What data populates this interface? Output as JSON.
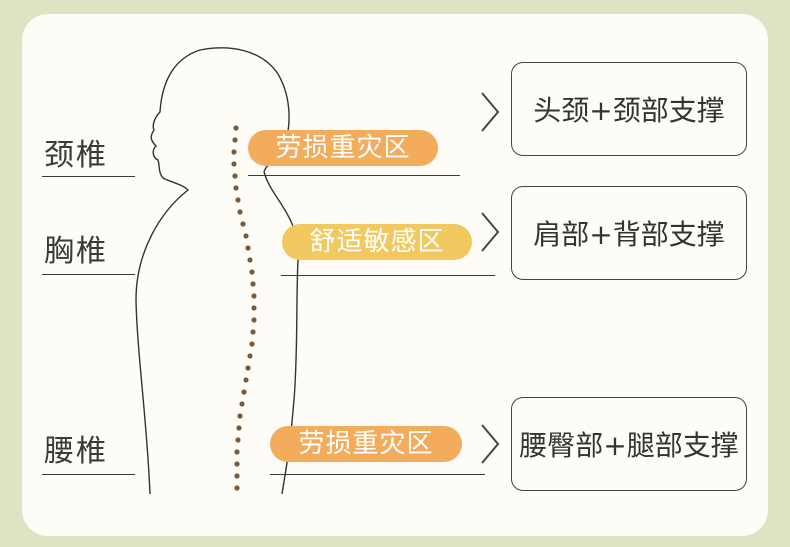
{
  "colors": {
    "orange": "#f2ac5c",
    "yellow": "#f2c960",
    "line": "#3a3a3a",
    "spine": "#7a5a3c"
  },
  "sections": [
    {
      "region": "颈椎",
      "zone": "劳损重灾区",
      "zone_color": "orange",
      "support": "头颈+颈部支撑"
    },
    {
      "region": "胸椎",
      "zone": "舒适敏感区",
      "zone_color": "yellow",
      "support": "肩部+背部支撑"
    },
    {
      "region": "腰椎",
      "zone": "劳损重灾区",
      "zone_color": "orange",
      "support": "腰臀部+腿部支撑"
    }
  ],
  "icons": {
    "chevron": "chevron-right-icon",
    "figure": "human-silhouette",
    "spine": "spine-dots"
  }
}
